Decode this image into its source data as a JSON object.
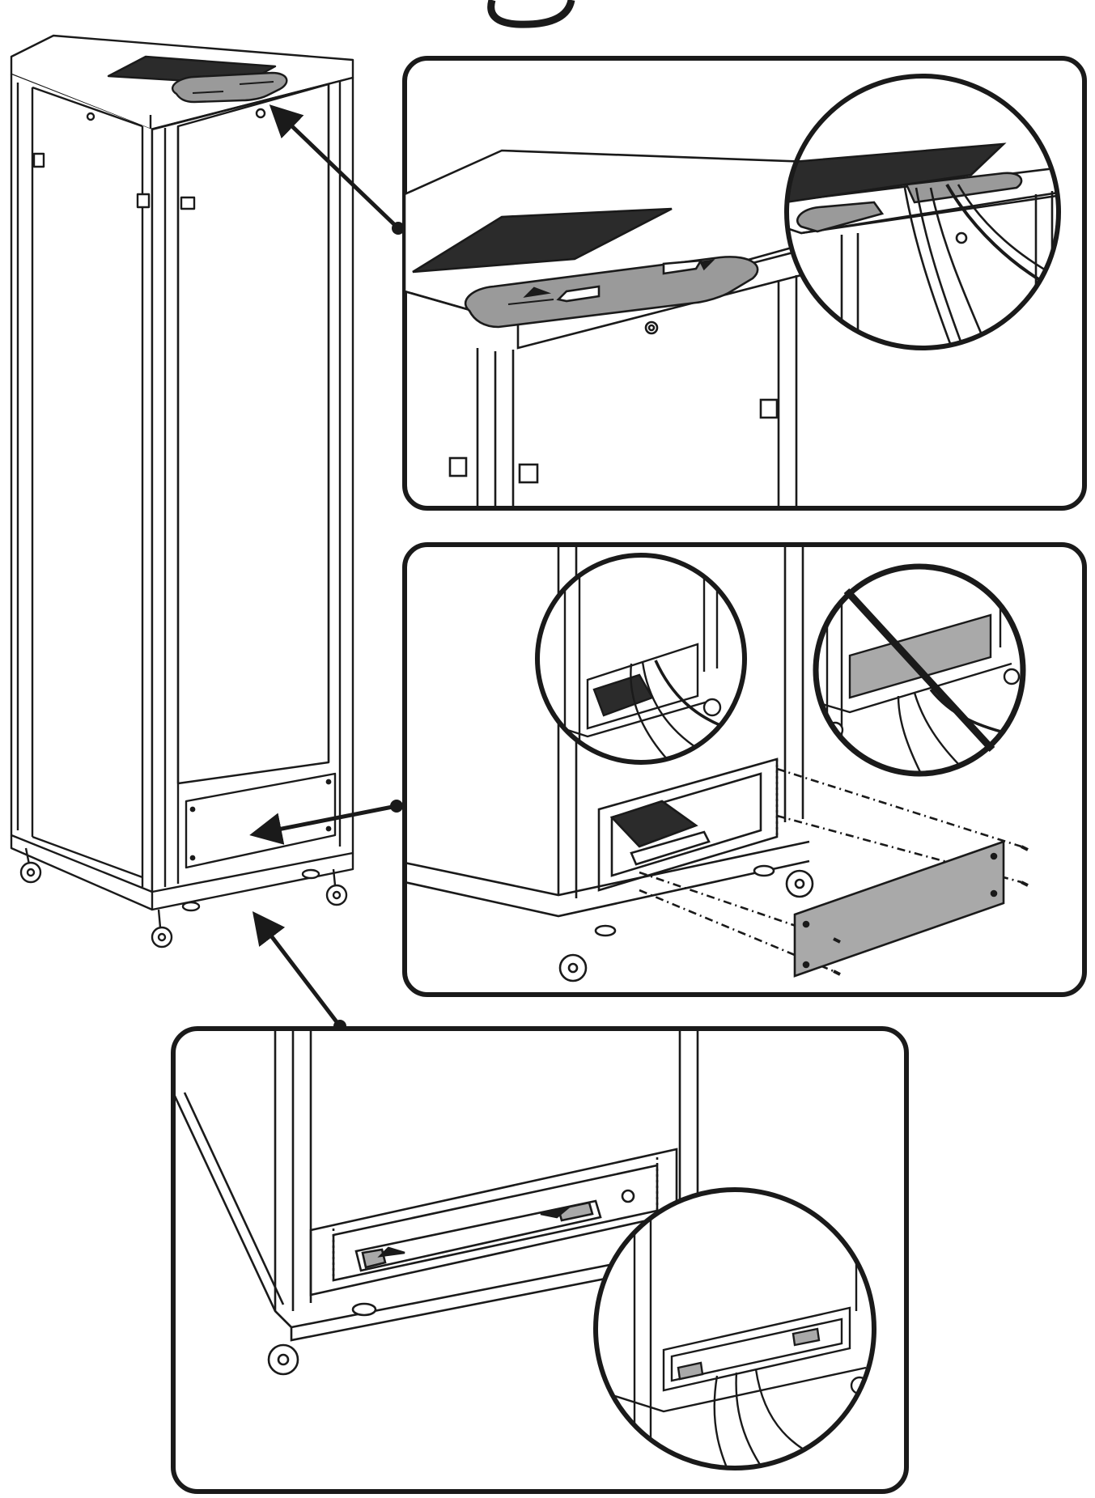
{
  "illustration": {
    "step_marker": "",
    "panels": [
      {
        "id": "top",
        "name": "top-cable-entry-detail"
      },
      {
        "id": "mid",
        "name": "lower-blank-panel-detail"
      },
      {
        "id": "bot",
        "name": "bottom-cable-entry-detail"
      }
    ],
    "colors": {
      "ink": "#1a1a1a",
      "panel_fill": "#a9a9a9",
      "vent_fill": "#2b2b2b",
      "grommet_fill": "#9a9a9a",
      "paper": "#ffffff"
    }
  }
}
